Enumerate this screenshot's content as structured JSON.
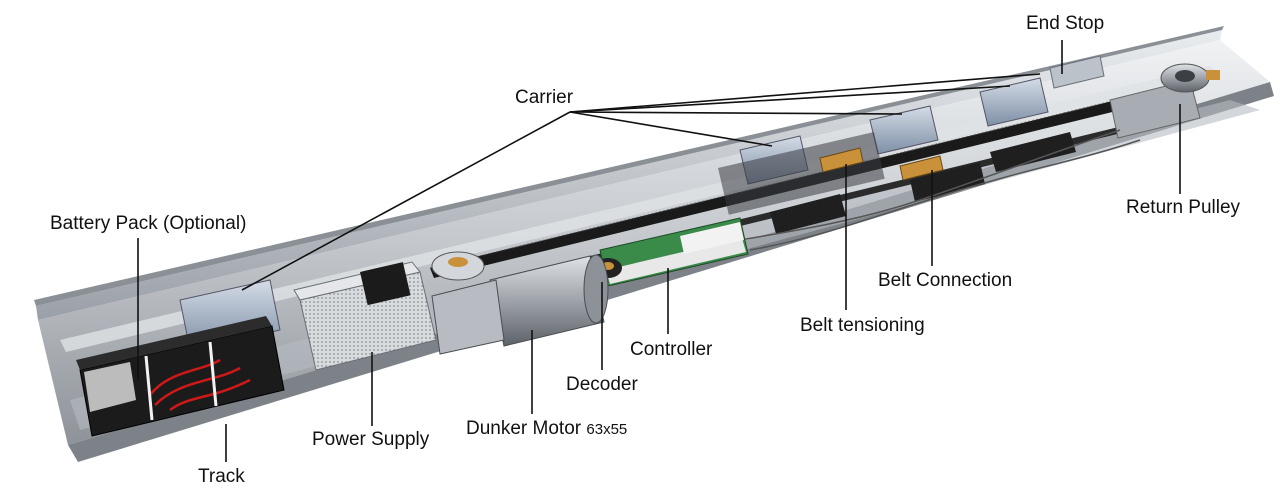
{
  "diagram": {
    "labels": {
      "end_stop": "End Stop",
      "carrier": "Carrier",
      "battery_pack": "Battery Pack (Optional)",
      "return_pulley": "Return Pulley",
      "belt_connection": "Belt Connection",
      "belt_tensioning": "Belt tensioning",
      "controller": "Controller",
      "decoder": "Decoder",
      "dunker_motor": "Dunker Motor",
      "dunker_motor_size": "63x55",
      "power_supply": "Power Supply",
      "track": "Track"
    },
    "colors": {
      "background": "#ffffff",
      "track_metal": "#c9ccd0",
      "belt": "#1a1a1a",
      "carrier_plate": "#aeb8c6",
      "pcb_green": "#3a8a4a",
      "motor_grey": "#9a9ea4",
      "battery_black": "#1b1b1b",
      "wire_red": "#d01818",
      "brass": "#c9923a",
      "leader_line": "#111111"
    }
  }
}
